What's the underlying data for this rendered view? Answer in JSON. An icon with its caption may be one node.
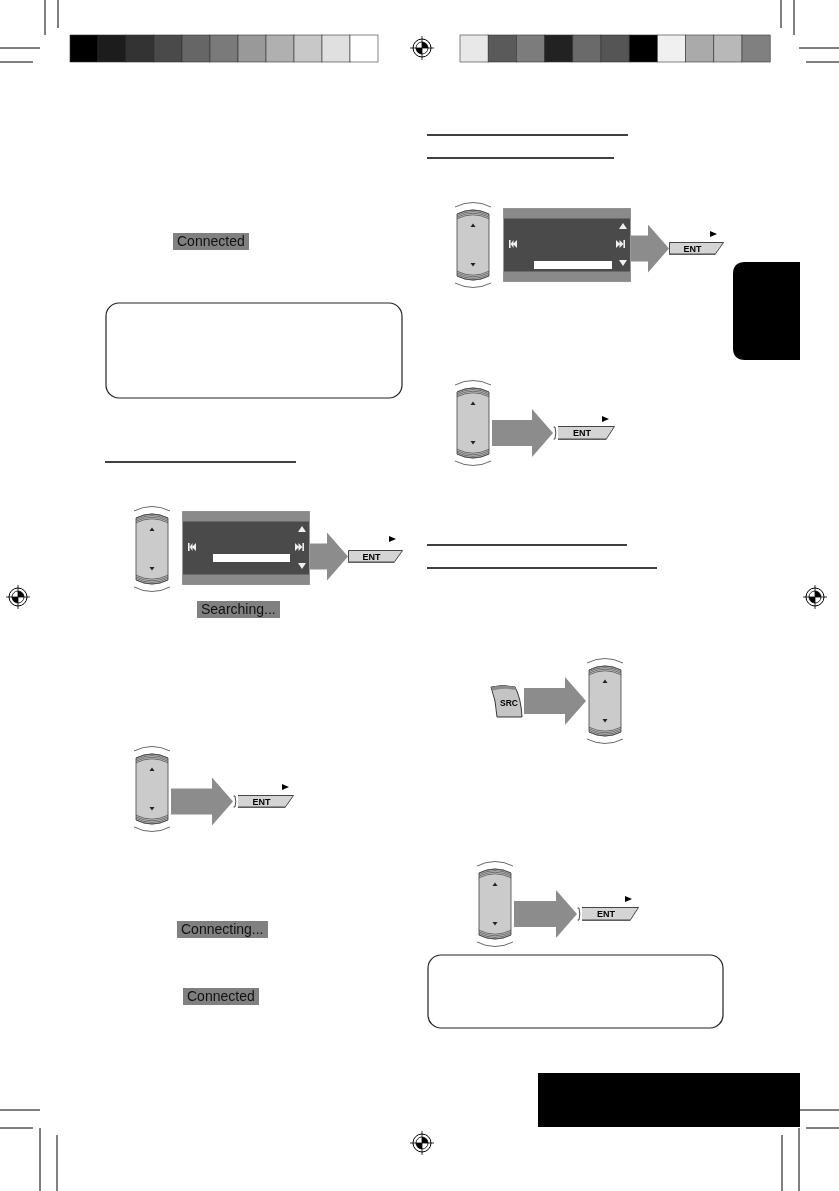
{
  "diagram": {
    "nodes": [
      {
        "text": [],
        "shape": "picture"
      },
      {
        "text": [],
        "shape": "picture"
      },
      {
        "text": [
          "ENT"
        ]
      },
      {
        "text": [],
        "shape": "picture"
      },
      {
        "text": [
          "ENT"
        ]
      },
      {
        "text": [],
        "shape": "picture"
      },
      {
        "text": [],
        "shape": "picture"
      },
      {
        "text": [
          "ENT"
        ]
      },
      {
        "text": [],
        "shape": "picture"
      },
      {
        "text": [
          "ENT"
        ]
      },
      {
        "text": [
          "SRC"
        ]
      },
      {
        "text": [],
        "shape": "picture"
      },
      {
        "text": [],
        "shape": "picture"
      },
      {
        "text": [
          "ENT"
        ]
      }
    ],
    "edges": [
      {
        "from": 1,
        "to": 2,
        "arrow": "to"
      },
      {
        "from": 3,
        "to": 4,
        "arrow": "to"
      },
      {
        "from": 6,
        "to": 7,
        "arrow": "to"
      },
      {
        "from": 8,
        "to": 9,
        "arrow": "to"
      },
      {
        "from": 10,
        "to": 11,
        "arrow": "to"
      },
      {
        "from": 12,
        "to": 13,
        "arrow": "to"
      }
    ],
    "labels": [
      "Connected",
      "Searching...",
      "Connecting...",
      "Connected"
    ]
  }
}
